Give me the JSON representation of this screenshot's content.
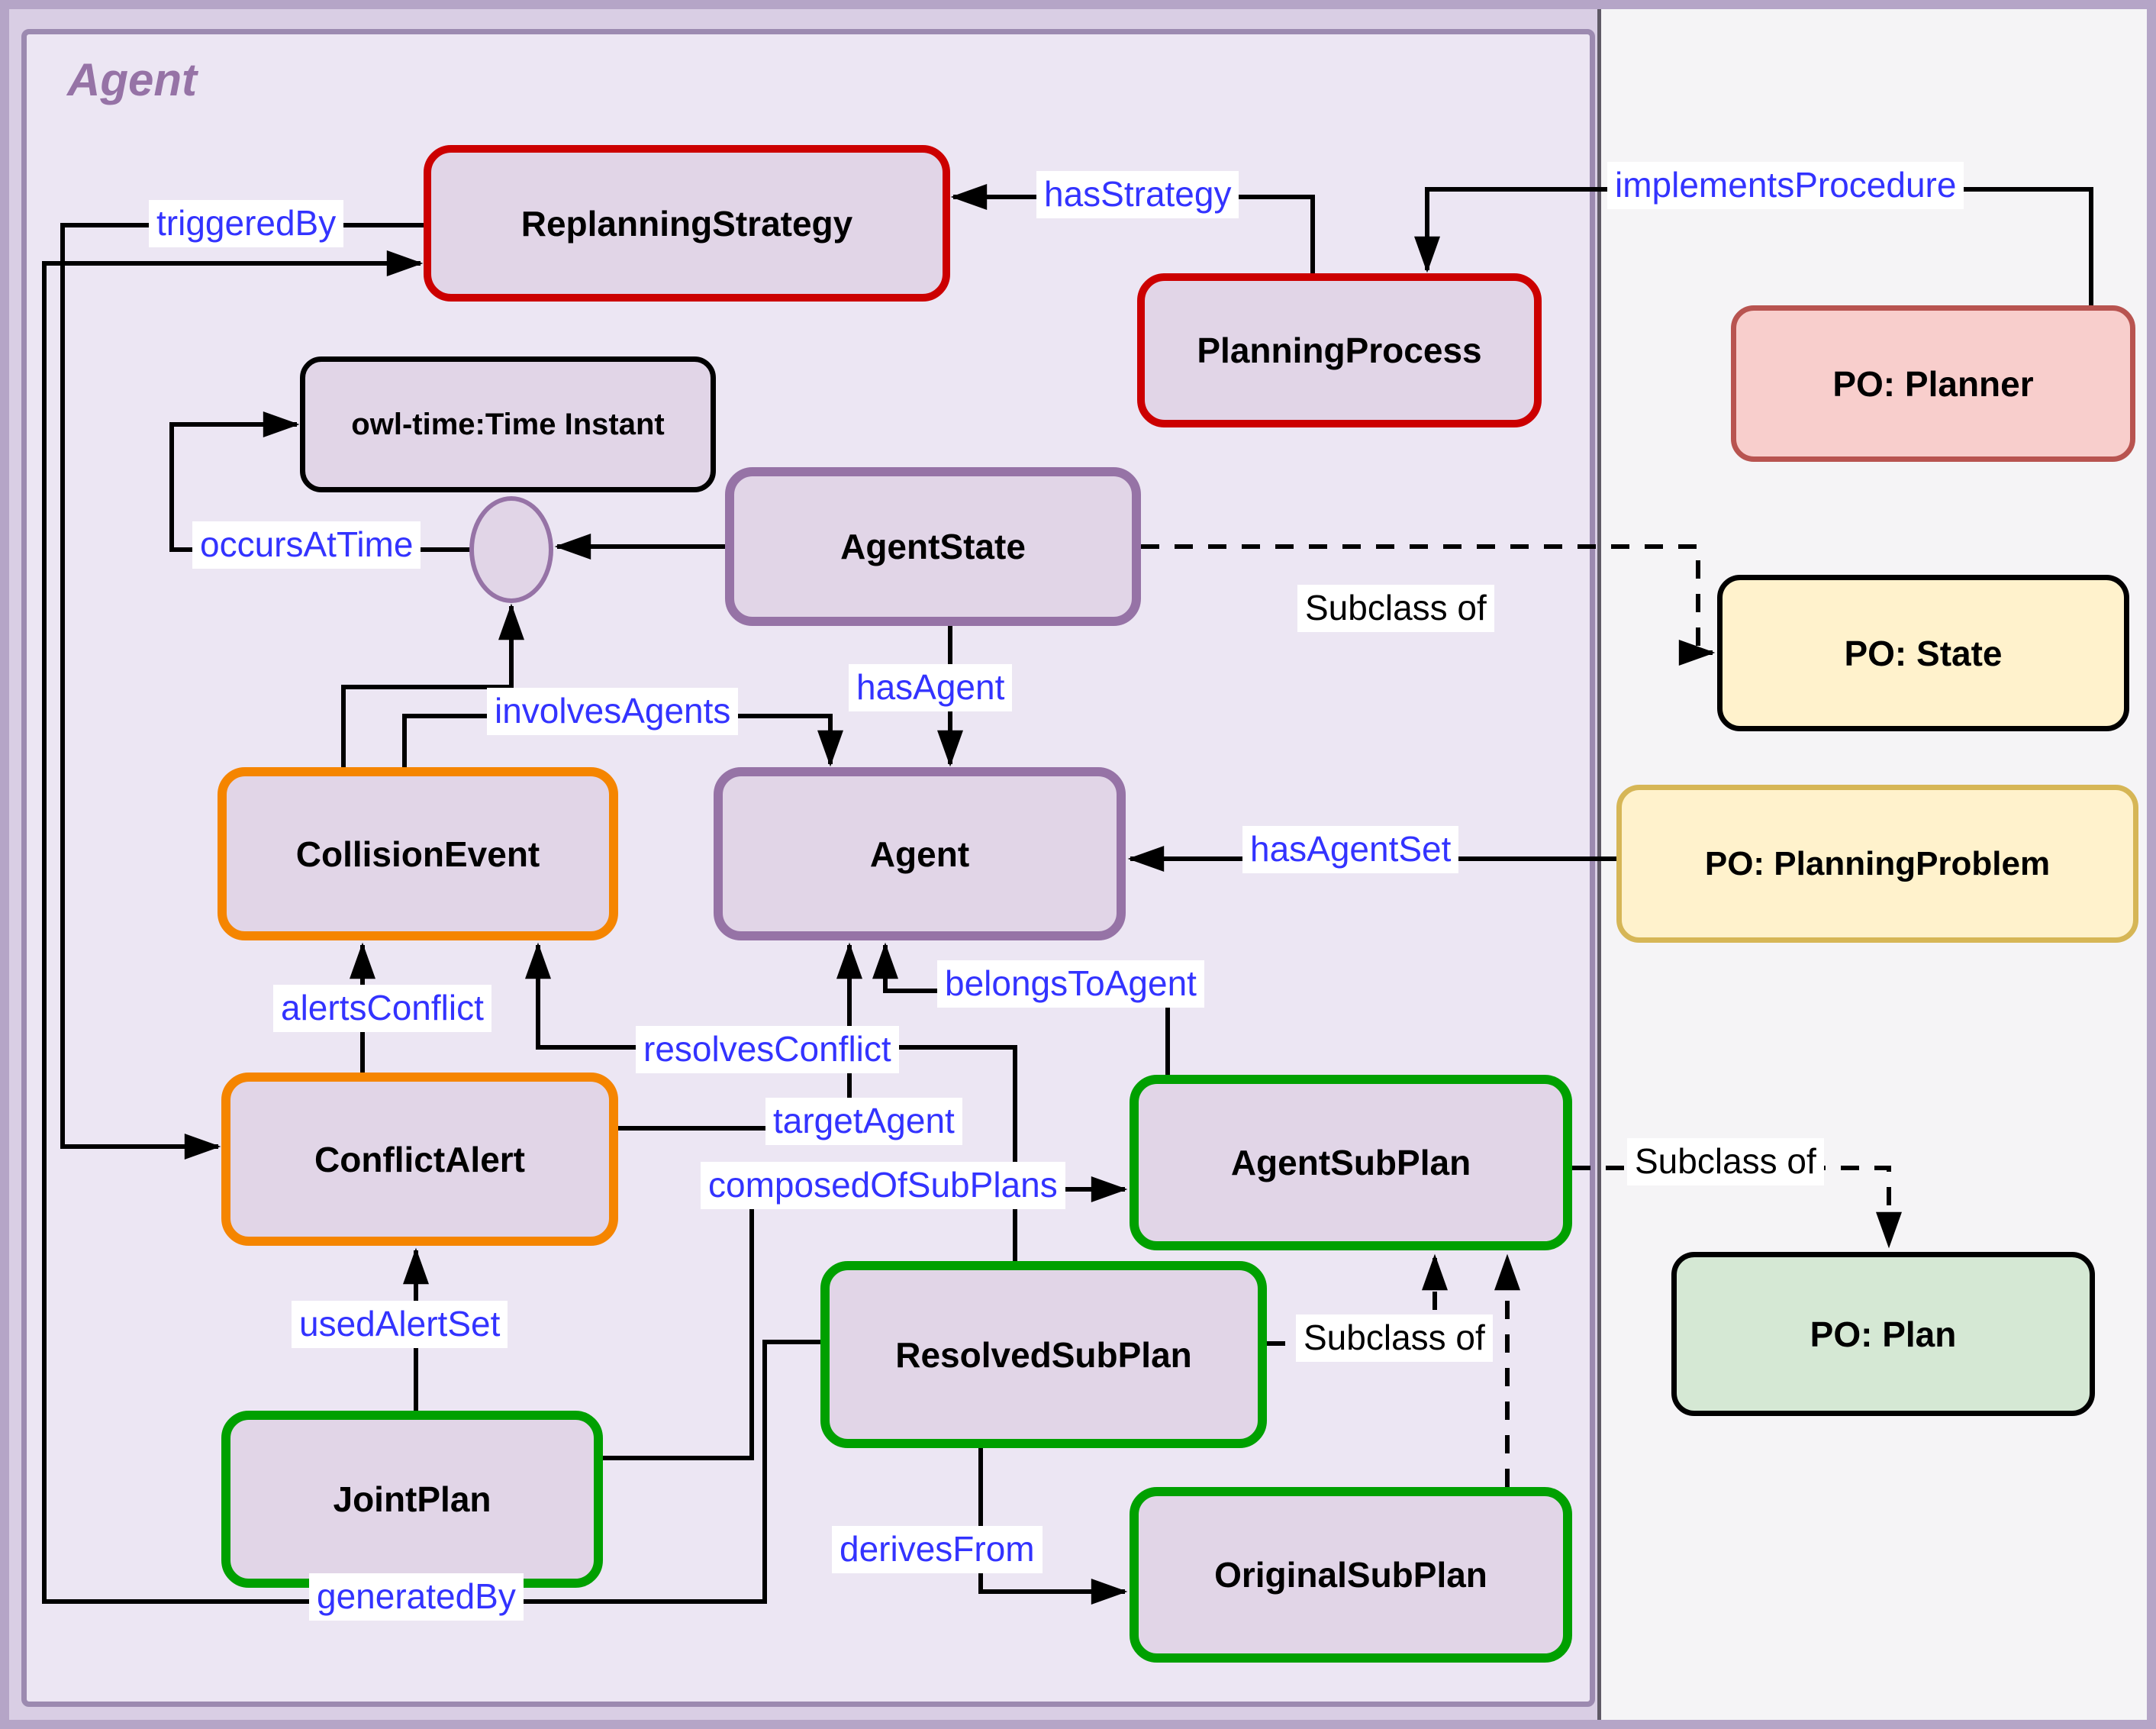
{
  "frame": {
    "title": "Agent"
  },
  "colors": {
    "page_bg": "#d9cee4",
    "outer_border": "#b5a5c7",
    "frame_bg": "#ece6f3",
    "frame_border": "#9c8ab0",
    "panel_bg": "#f5f4f6",
    "panel_divider": "#5f5966",
    "node_fill": "#e1d5e7",
    "red": "#cc0000",
    "orange": "#f58500",
    "green": "#00a000",
    "purple": "#9673a6",
    "pink_fill": "#f8cecc",
    "pink_border": "#b85450",
    "cream_fill": "#fff2cc",
    "gold_border": "#d6b656",
    "green_fill": "#d5e8d4",
    "label_blue": "#3333ff"
  },
  "nodes": {
    "replanning_strategy": {
      "label": "ReplanningStrategy",
      "border": "red"
    },
    "planning_process": {
      "label": "PlanningProcess",
      "border": "red"
    },
    "owl_time": {
      "label": "owl-time:Time Instant",
      "border": "black"
    },
    "agent_state": {
      "label": "AgentState",
      "border": "purple"
    },
    "collision_event": {
      "label": "CollisionEvent",
      "border": "orange"
    },
    "agent": {
      "label": "Agent",
      "border": "purple"
    },
    "conflict_alert": {
      "label": "ConflictAlert",
      "border": "orange"
    },
    "agent_sub_plan": {
      "label": "AgentSubPlan",
      "border": "green"
    },
    "joint_plan": {
      "label": "JointPlan",
      "border": "green"
    },
    "resolved_sub_plan": {
      "label": "ResolvedSubPlan",
      "border": "green"
    },
    "original_sub_plan": {
      "label": "OriginalSubPlan",
      "border": "green"
    },
    "po_planner": {
      "label": "PO: Planner",
      "border": "pink"
    },
    "po_state": {
      "label": "PO: State",
      "border": "black"
    },
    "po_planning_problem": {
      "label": "PO: PlanningProblem",
      "border": "gold"
    },
    "po_plan": {
      "label": "PO: Plan",
      "border": "black"
    },
    "occurs_at_time_junction": {
      "label": "",
      "shape": "ellipse"
    }
  },
  "edges": {
    "triggered_by": {
      "label": "triggeredBy",
      "from": "replanning_strategy",
      "to": "conflict_alert",
      "style": "solid"
    },
    "has_strategy": {
      "label": "hasStrategy",
      "from": "planning_process",
      "to": "replanning_strategy",
      "style": "solid"
    },
    "implements_procedure": {
      "label": "implementsProcedure",
      "from": "po_planner",
      "to": "planning_process",
      "style": "solid"
    },
    "occurs_at_time": {
      "label": "occursAtTime",
      "from": "agent_state_and_collision_event",
      "to": "owl_time",
      "style": "solid"
    },
    "has_agent": {
      "label": "hasAgent",
      "from": "agent_state",
      "to": "agent",
      "style": "solid"
    },
    "involves_agents": {
      "label": "involvesAgents",
      "from": "collision_event",
      "to": "agent",
      "style": "solid"
    },
    "alerts_conflict": {
      "label": "alertsConflict",
      "from": "conflict_alert",
      "to": "collision_event",
      "style": "solid"
    },
    "resolves_conflict": {
      "label": "resolvesConflict",
      "from": "resolved_sub_plan",
      "to": "collision_event",
      "style": "solid"
    },
    "target_agent": {
      "label": "targetAgent",
      "from": "conflict_alert",
      "to": "agent",
      "style": "solid"
    },
    "belongs_to_agent": {
      "label": "belongsToAgent",
      "from": "agent_sub_plan",
      "to": "agent",
      "style": "solid"
    },
    "composed_of_sub_plans": {
      "label": "composedOfSubPlans",
      "from": "joint_plan",
      "to": "agent_sub_plan",
      "style": "solid"
    },
    "used_alert_set": {
      "label": "usedAlertSet",
      "from": "joint_plan",
      "to": "conflict_alert",
      "style": "solid"
    },
    "derives_from": {
      "label": "derivesFrom",
      "from": "resolved_sub_plan",
      "to": "original_sub_plan",
      "style": "solid"
    },
    "generated_by": {
      "label": "generatedBy",
      "from": "resolved_sub_plan",
      "to": "replanning_strategy",
      "style": "solid"
    },
    "has_agent_set": {
      "label": "hasAgentSet",
      "from": "po_planning_problem",
      "to": "agent",
      "style": "solid"
    },
    "subclass_state": {
      "label": "Subclass of",
      "from": "agent_state",
      "to": "po_state",
      "style": "dashed"
    },
    "subclass_sub_plans": {
      "label": "Subclass of",
      "from": "resolved_and_original_sub_plan",
      "to": "agent_sub_plan",
      "style": "dashed"
    },
    "subclass_plan": {
      "label": "Subclass of",
      "from": "agent_sub_plan",
      "to": "po_plan",
      "style": "dashed"
    }
  }
}
